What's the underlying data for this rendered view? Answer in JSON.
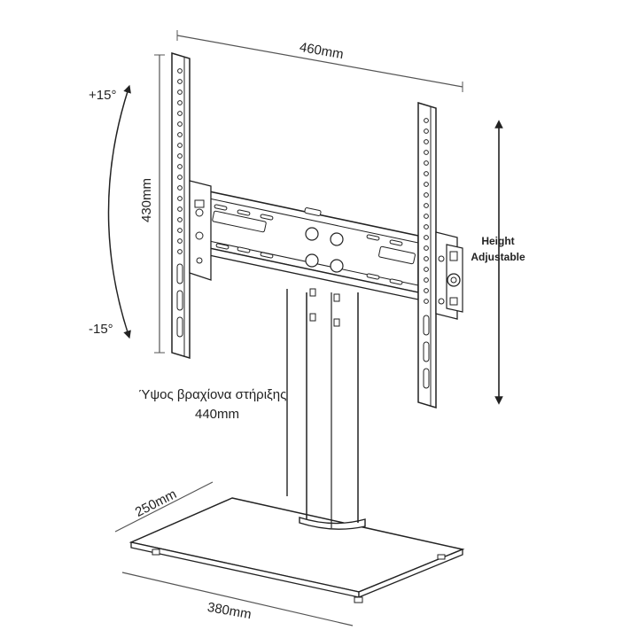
{
  "dimensions": {
    "width_label": "460mm",
    "height_label": "430mm",
    "base_depth_label": "250mm",
    "base_width_label": "380mm",
    "tilt_up_label": "+15°",
    "tilt_down_label": "-15°",
    "height_adjustable_line1": "Height",
    "height_adjustable_line2": "Adjustable",
    "arm_height_caption": "Ύψος βραχίονα στήριξης",
    "arm_height_value": "440mm"
  },
  "colors": {
    "line": "#222222",
    "fill": "#ffffff",
    "slot": "#ffffff",
    "dim_line": "#555555"
  }
}
